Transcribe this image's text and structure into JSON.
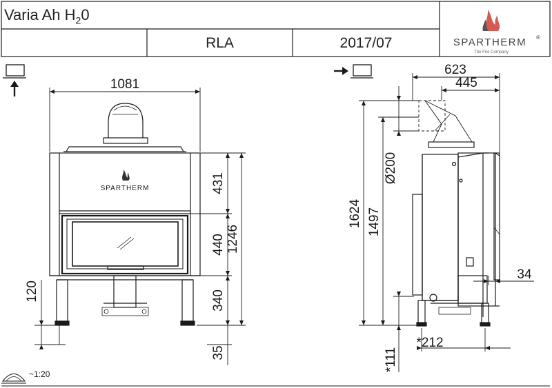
{
  "header": {
    "product_name": "Varia Ah H",
    "product_sub": "2",
    "product_suffix": "0",
    "variant": "RLA",
    "date": "2017/07",
    "brand": "SPARTHERM",
    "brand_tagline": "The Fire Company",
    "registered": "®"
  },
  "front_view": {
    "logo_text": "SPARTHERM",
    "width": "1081",
    "dims": [
      "431",
      "440",
      "1246",
      "340",
      "35",
      "120"
    ]
  },
  "side_view": {
    "dims": [
      "623",
      "445",
      "1624",
      "1497",
      "Ø200",
      "34",
      "*212",
      "*111"
    ]
  },
  "scale": "~1:20",
  "colors": {
    "line": "#1a1a1a",
    "brand_red": "#c0392b"
  }
}
